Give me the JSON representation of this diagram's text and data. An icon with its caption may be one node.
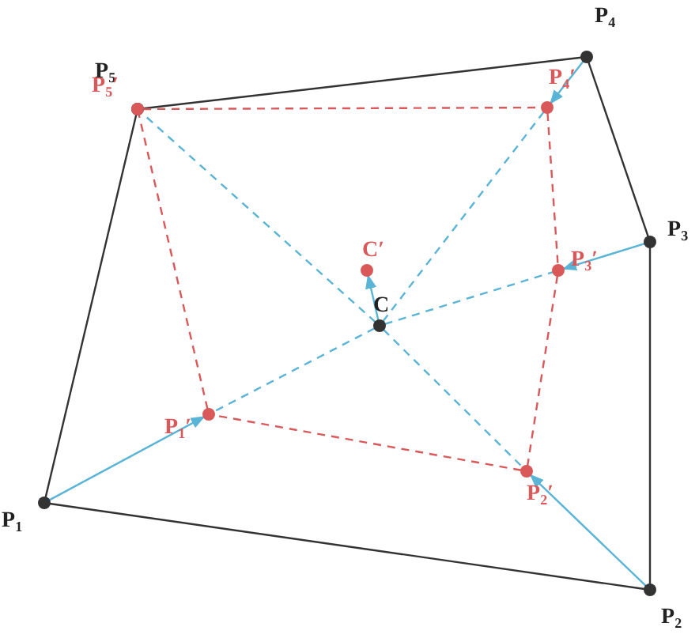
{
  "diagram": {
    "nodes": [
      {
        "text": [
          "P$_{1}$"
        ]
      },
      {
        "text": [
          "P$_{2}$"
        ]
      },
      {
        "text": [
          "P$_{3}$"
        ]
      },
      {
        "text": [
          "P$_{4}$"
        ]
      },
      {
        "text": [
          "P$_{5}$"
        ]
      },
      {
        "text": [
          "P$_{1}$′"
        ]
      },
      {
        "text": [
          "P$_{2}$′"
        ]
      },
      {
        "text": [
          "P$_{3}$′"
        ]
      },
      {
        "text": [
          "P$_{4}$′"
        ]
      },
      {
        "text": [
          "P$_{5}$′"
        ]
      },
      {
        "text": [
          "C"
        ]
      },
      {
        "text": [
          "C′"
        ]
      }
    ],
    "edges": [
      {
        "from": 0,
        "to": 1,
        "arrow": "none",
        "color": "#333333"
      },
      {
        "from": 1,
        "to": 2,
        "arrow": "none",
        "color": "#333333"
      },
      {
        "from": 2,
        "to": 3,
        "arrow": "none",
        "color": "#333333"
      },
      {
        "from": 3,
        "to": 4,
        "arrow": "none",
        "color": "#333333"
      },
      {
        "from": 4,
        "to": 0,
        "arrow": "none",
        "color": "#333333"
      },
      {
        "from": 9,
        "to": 8,
        "arrow": "none",
        "style": "dashed",
        "color": "#d9595b"
      },
      {
        "from": 8,
        "to": 7,
        "arrow": "none",
        "style": "dashed",
        "color": "#d9595b"
      },
      {
        "from": 7,
        "to": 6,
        "arrow": "none",
        "style": "dashed",
        "color": "#d9595b"
      },
      {
        "from": 6,
        "to": 5,
        "arrow": "none",
        "style": "dashed",
        "color": "#d9595b"
      },
      {
        "from": 5,
        "to": 9,
        "arrow": "none",
        "style": "dashed",
        "color": "#d9595b"
      },
      {
        "from": 10,
        "to": 5,
        "arrow": "none",
        "style": "dashed",
        "color": "#5ab4d6"
      },
      {
        "from": 10,
        "to": 6,
        "arrow": "none",
        "style": "dashed",
        "color": "#5ab4d6"
      },
      {
        "from": 10,
        "to": 7,
        "arrow": "none",
        "style": "dashed",
        "color": "#5ab4d6"
      },
      {
        "from": 10,
        "to": 8,
        "arrow": "none",
        "style": "dashed",
        "color": "#5ab4d6"
      },
      {
        "from": 10,
        "to": 9,
        "arrow": "none",
        "style": "dashed",
        "color": "#5ab4d6"
      },
      {
        "from": 0,
        "to": 5,
        "arrow": "to",
        "color": "#5ab4d6"
      },
      {
        "from": 1,
        "to": 6,
        "arrow": "to",
        "color": "#5ab4d6"
      },
      {
        "from": 2,
        "to": 7,
        "arrow": "to",
        "color": "#5ab4d6"
      },
      {
        "from": 3,
        "to": 8,
        "arrow": "to",
        "color": "#5ab4d6"
      },
      {
        "from": 10,
        "to": 11,
        "arrow": "to",
        "color": "#5ab4d6"
      }
    ]
  }
}
